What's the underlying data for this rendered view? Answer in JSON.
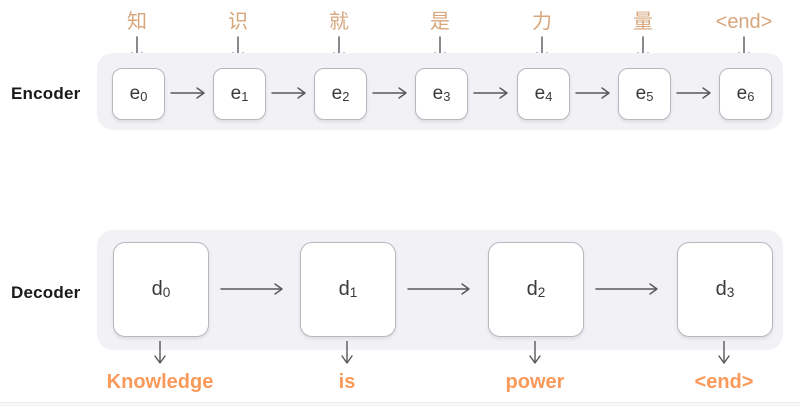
{
  "title": "Encoder-Decoder sequence-to-sequence diagram",
  "colors": {
    "page_bg": "#ffffff",
    "panel_bg": "#f2f1f6",
    "cell_border": "#b8b8bd",
    "cell_text": "#3a3a3c",
    "arrow": "#58585a",
    "label": "#1a1a1c",
    "accent_input": "#d7a67c",
    "accent_output": "#f9995a",
    "footer_line": "#ececec",
    "footer_bg": "#f8f7f8"
  },
  "encoder": {
    "label": "Encoder",
    "inputs": [
      "知",
      "识",
      "就",
      "是",
      "力",
      "量",
      "<end>"
    ],
    "cells": [
      {
        "base": "e",
        "sub": "0"
      },
      {
        "base": "e",
        "sub": "1"
      },
      {
        "base": "e",
        "sub": "2"
      },
      {
        "base": "e",
        "sub": "3"
      },
      {
        "base": "e",
        "sub": "4"
      },
      {
        "base": "e",
        "sub": "5"
      },
      {
        "base": "e",
        "sub": "6"
      }
    ]
  },
  "decoder": {
    "label": "Decoder",
    "cells": [
      {
        "base": "d",
        "sub": "0"
      },
      {
        "base": "d",
        "sub": "1"
      },
      {
        "base": "d",
        "sub": "2"
      },
      {
        "base": "d",
        "sub": "3"
      }
    ],
    "outputs": [
      "Knowledge",
      "is",
      "power",
      "<end>"
    ]
  }
}
